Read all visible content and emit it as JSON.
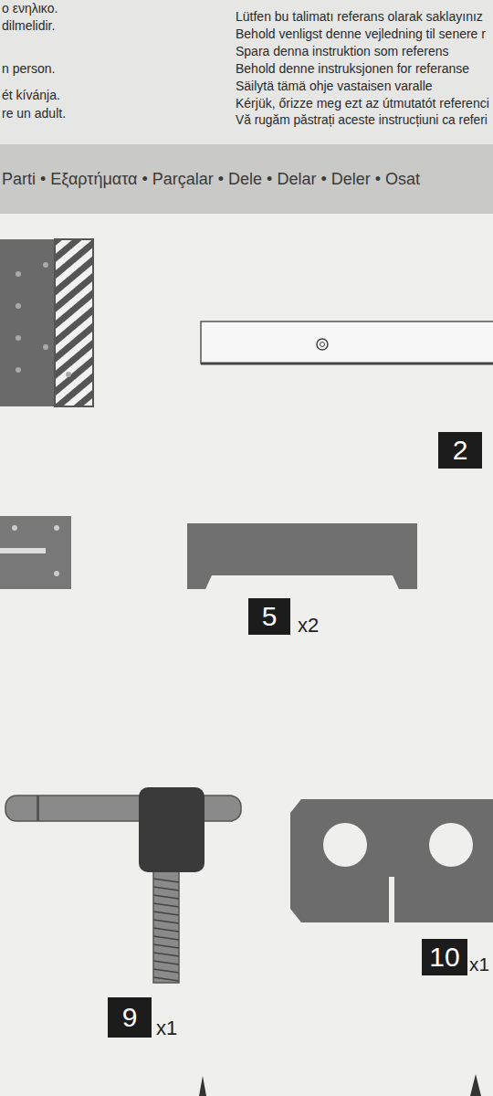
{
  "diagram": {
    "title": "Parti • Εξαρτήματα • Parçalar • Dele • Delar • Deler • Osat",
    "labels": [
      "ο ενηλικο.",
      "dilmelidir.",
      "n person.",
      "ét kívánja.",
      "re un adult.",
      "Lütfen bu talimatı referans olarak saklayınız",
      "Behold venligst denne vejledning til senere r",
      "Spara denna instruktion som referens",
      "Behold denne instruksjonen for referanse",
      "Säilytä tämä ohje vastaisen varalle",
      "Kérjük, őrizze meg ezt az útmutatót referenci",
      "Vă rugăm păstrați aceste instrucțiuni ca referi",
      "2",
      "5",
      "x2",
      "9",
      "x1",
      "10",
      "x1"
    ]
  }
}
